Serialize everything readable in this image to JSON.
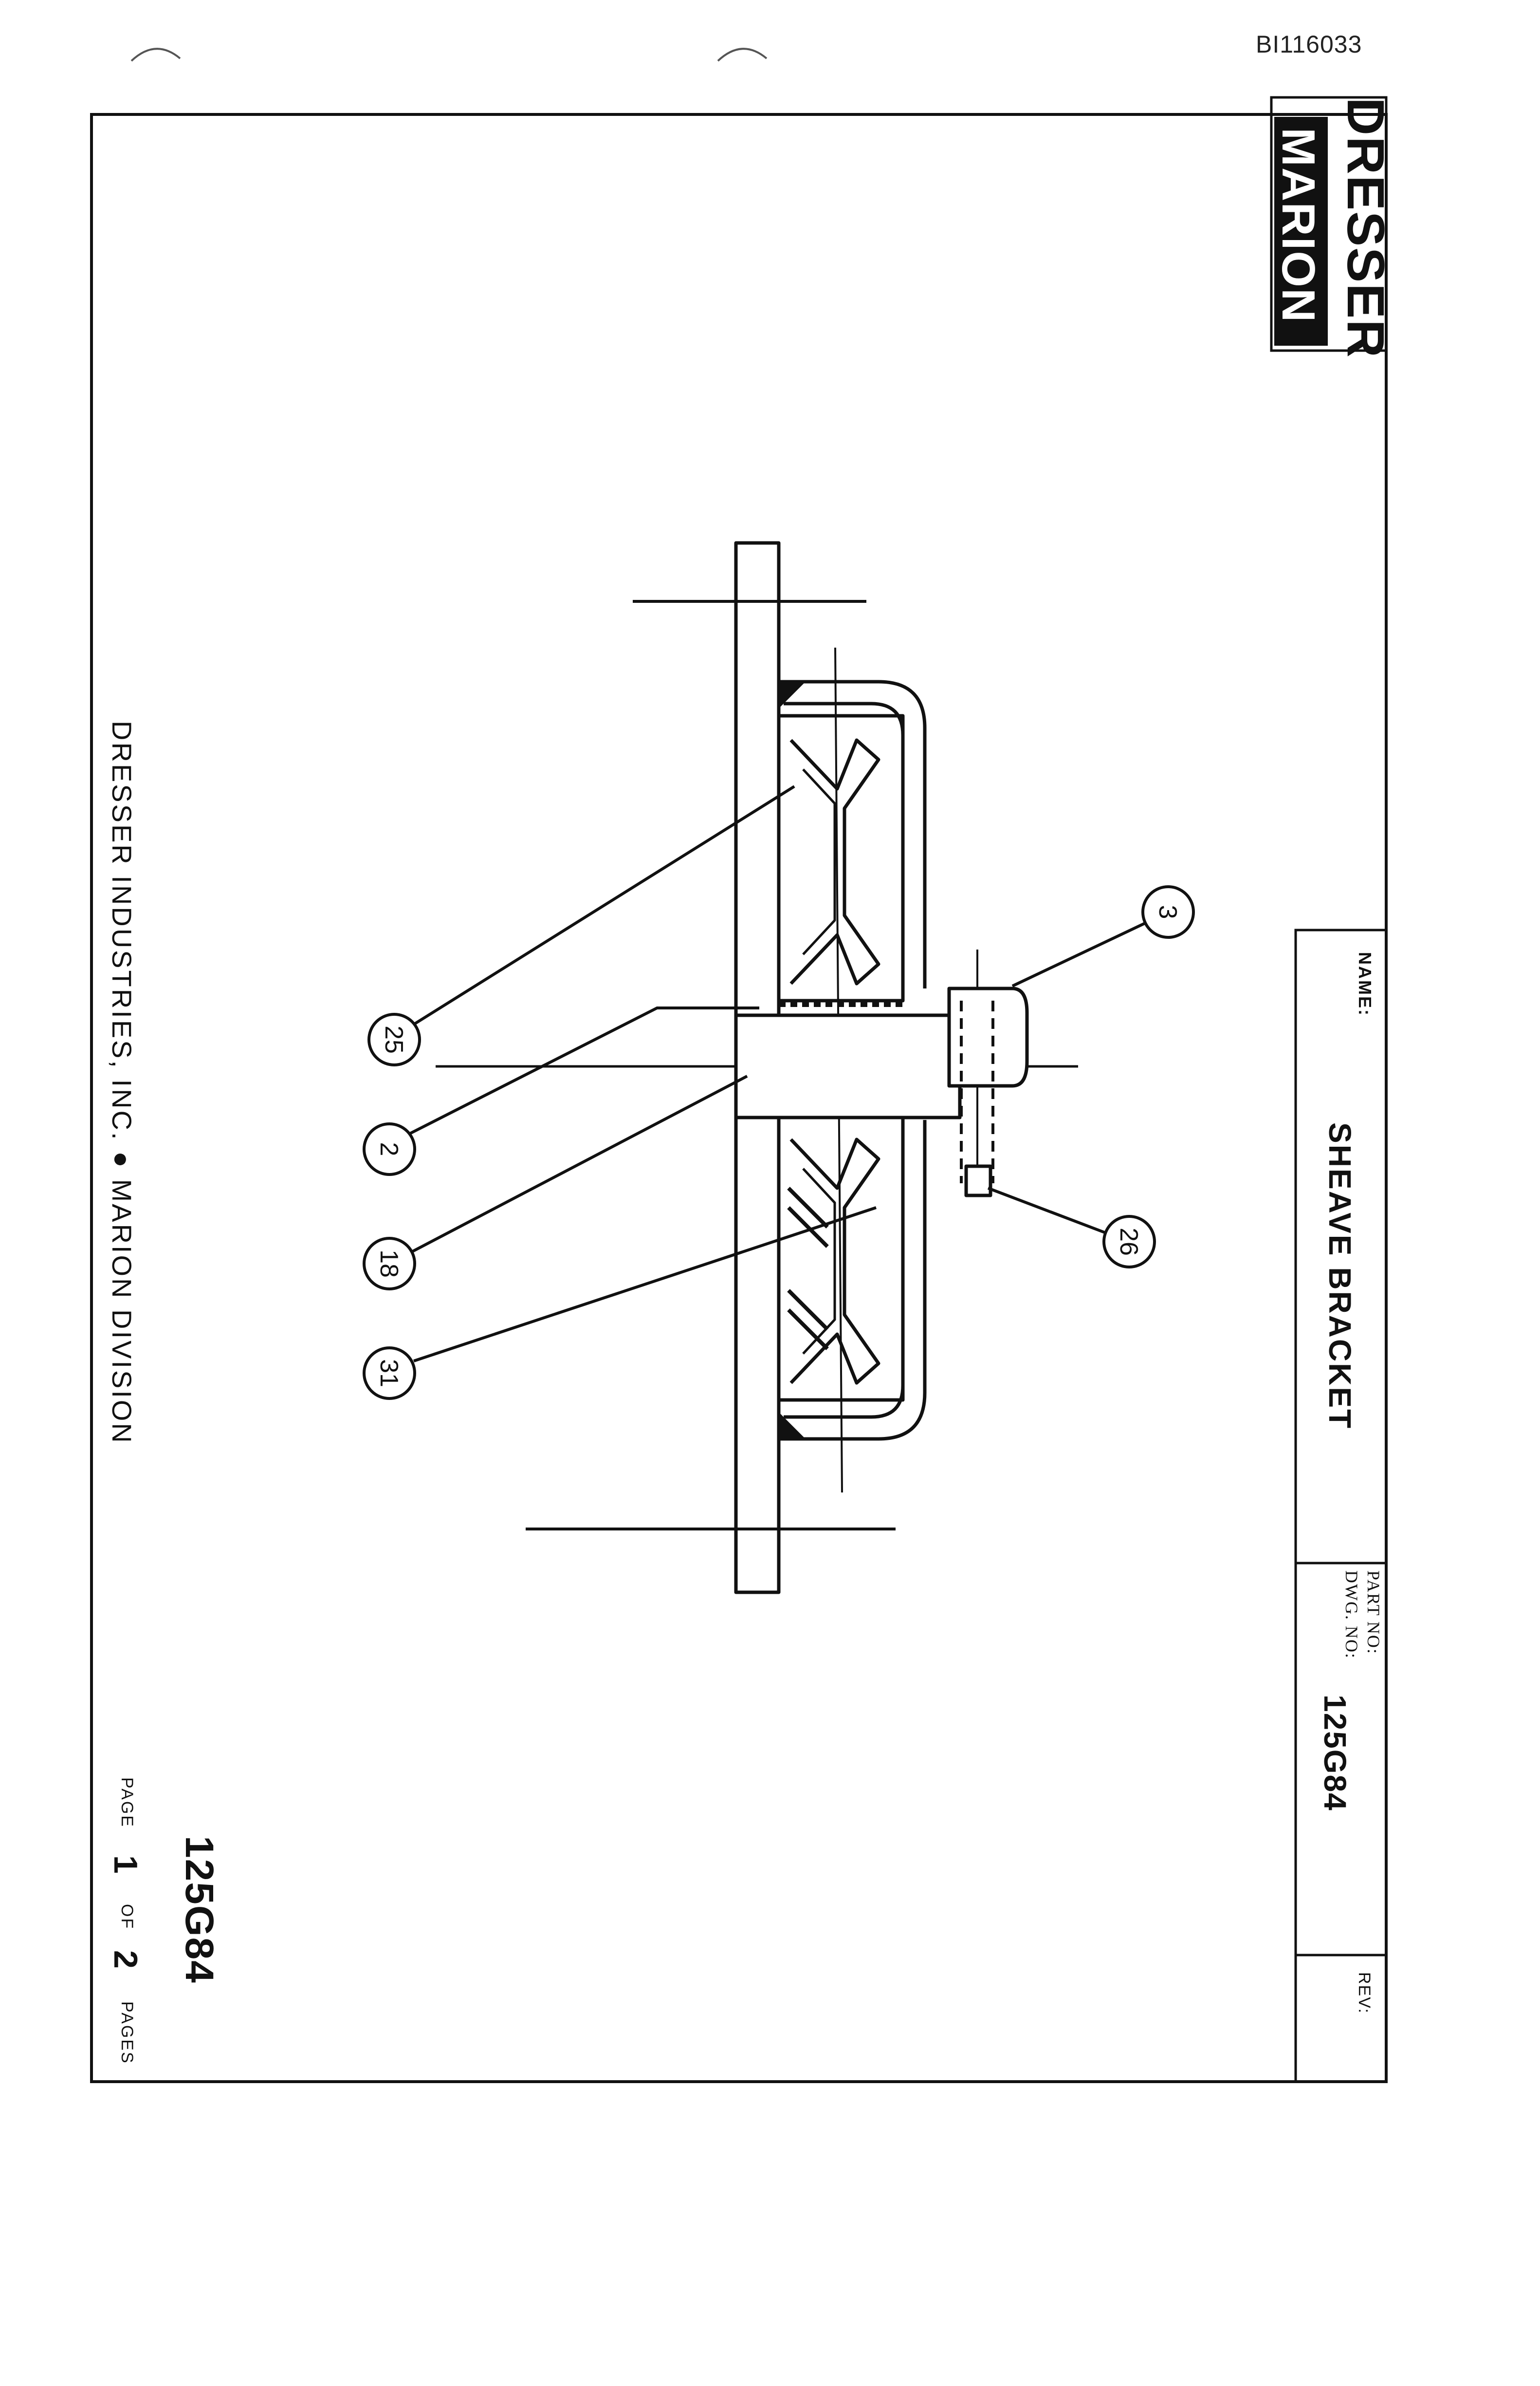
{
  "header": {
    "bates_number": "BI116033"
  },
  "brand": {
    "line1": "DRESSER",
    "line2": "MARION"
  },
  "title_block": {
    "name_label": "NAME:",
    "name_value": "SHEAVE BRACKET",
    "part_no_label": "PART NO:",
    "dwg_no_label": "DWG. NO:",
    "dwg_no_value": "125G84",
    "rev_label": "REV:"
  },
  "drawing": {
    "callouts": [
      {
        "id": "25",
        "label": "25"
      },
      {
        "id": "2",
        "label": "2"
      },
      {
        "id": "18",
        "label": "18"
      },
      {
        "id": "31",
        "label": "31"
      },
      {
        "id": "3",
        "label": "3"
      },
      {
        "id": "26",
        "label": "26"
      }
    ]
  },
  "footer": {
    "company": "DRESSER INDUSTRIES, INC. ● MARION DIVISION",
    "dwg_no": "125G84",
    "page_word": "PAGE",
    "page_current": "1",
    "of_word": "OF",
    "page_total": "2",
    "pages_word": "PAGES"
  }
}
